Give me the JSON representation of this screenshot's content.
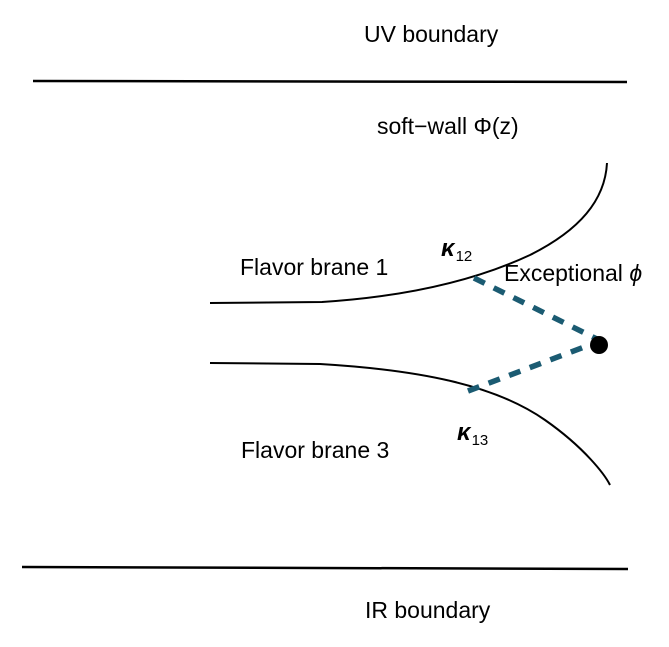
{
  "labels": {
    "uv_boundary": "UV boundary",
    "ir_boundary": "IR boundary",
    "soft_wall": "soft−wall Φ(z)",
    "flavor_brane_1": "Flavor brane 1",
    "flavor_brane_3": "Flavor brane 3",
    "exceptional_text": "Exceptional ",
    "exceptional_symbol": "ϕ",
    "kappa_12_symbol": "κ",
    "kappa_12_sub": "12",
    "kappa_13_symbol": "κ",
    "kappa_13_sub": "13"
  },
  "colors": {
    "line": "#000000",
    "dashed": "#1b5b72",
    "dot": "#000000"
  }
}
